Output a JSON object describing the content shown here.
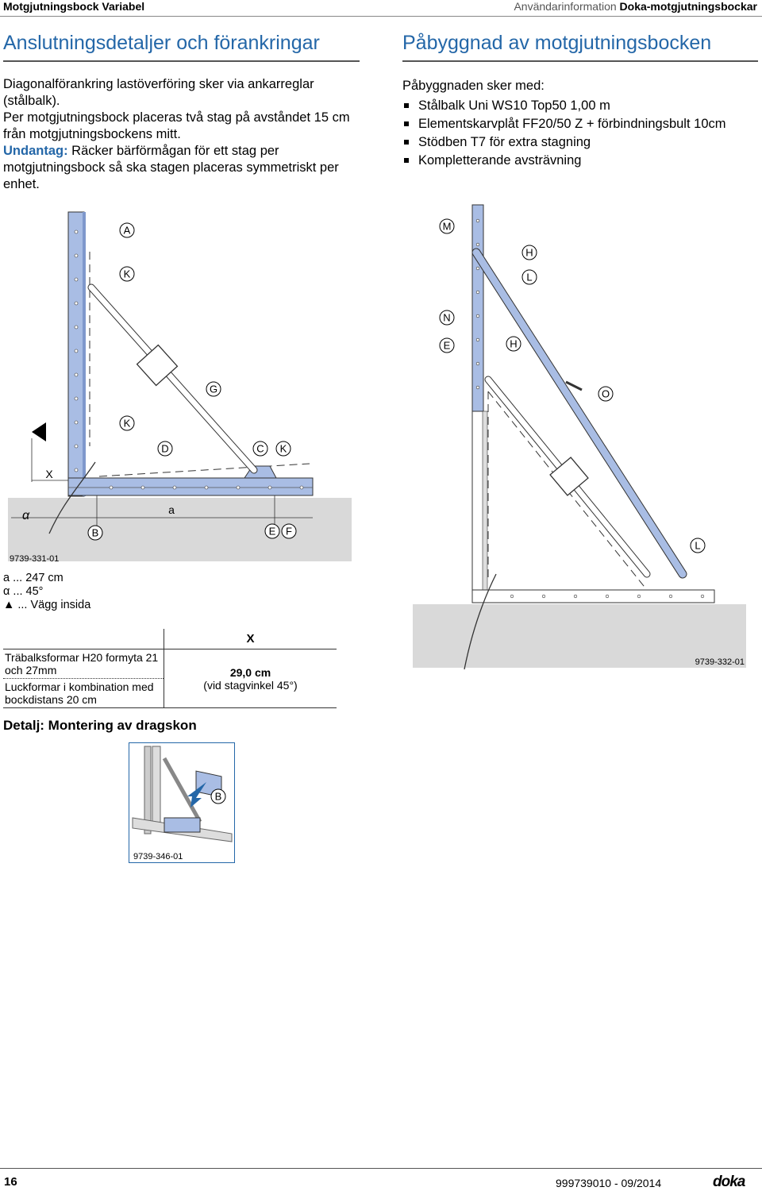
{
  "header": {
    "left": "Motgjutningsbock Variabel",
    "right_plain": "Användarinformation ",
    "right_bold": "Doka-motgjutningsbockar"
  },
  "left": {
    "title": "Anslutningsdetaljer och förankringar",
    "p1": "Diagonalförankring lastöverföring sker via ankarreglar (stålbalk).",
    "p2": "Per motgjutningsbock placeras två stag på avståndet 15 cm från motgjutningsbockens mitt.",
    "p3_bold": "Undantag:",
    "p3": " Räcker bärförmågan för ett stag per motgjutningsbock så ska stagen placeras symmetriskt per enhet.",
    "fig1": {
      "labels": [
        "A",
        "K",
        "G",
        "K",
        "D",
        "C",
        "K",
        "X",
        "a",
        "B",
        "E",
        "F"
      ],
      "alpha": "α",
      "id": "9739-331-01"
    },
    "legend": {
      "a": "a ... 247 cm",
      "alpha": "α ... 45°",
      "wall": "▲ ... Vägg insida"
    },
    "table": {
      "col_header": "X",
      "row1": "Träbalksformar H20 formyta 21 och 27mm",
      "row2": "Luckformar i kombination med bockdistans 20 cm",
      "value": "29,0 cm",
      "note": "(vid stagvinkel 45°)"
    },
    "detail_title": "Detalj: Montering av dragskon",
    "fig3": {
      "label": "B",
      "id": "9739-346-01"
    }
  },
  "right": {
    "title": "Påbyggnad av motgjutningsbocken",
    "intro": "Påbyggnaden sker med:",
    "items": [
      "Stålbalk Uni WS10 Top50 1,00 m",
      "Elementskarvplåt FF20/50 Z + förbindningsbult 10cm",
      "Stödben T7 för extra stagning",
      "Kompletterande avsträvning"
    ],
    "fig2": {
      "labels": [
        "M",
        "H",
        "L",
        "N",
        "E",
        "H",
        "O",
        "L"
      ],
      "id": "9739-332-01"
    }
  },
  "footer": {
    "page": "16",
    "doc": "999739010 - 09/2014",
    "logo": "doka"
  },
  "colors": {
    "accent": "#2467a8",
    "steel": "#a9bde4",
    "steel_dark": "#7f98cc",
    "ground": "#d9d9d9"
  }
}
